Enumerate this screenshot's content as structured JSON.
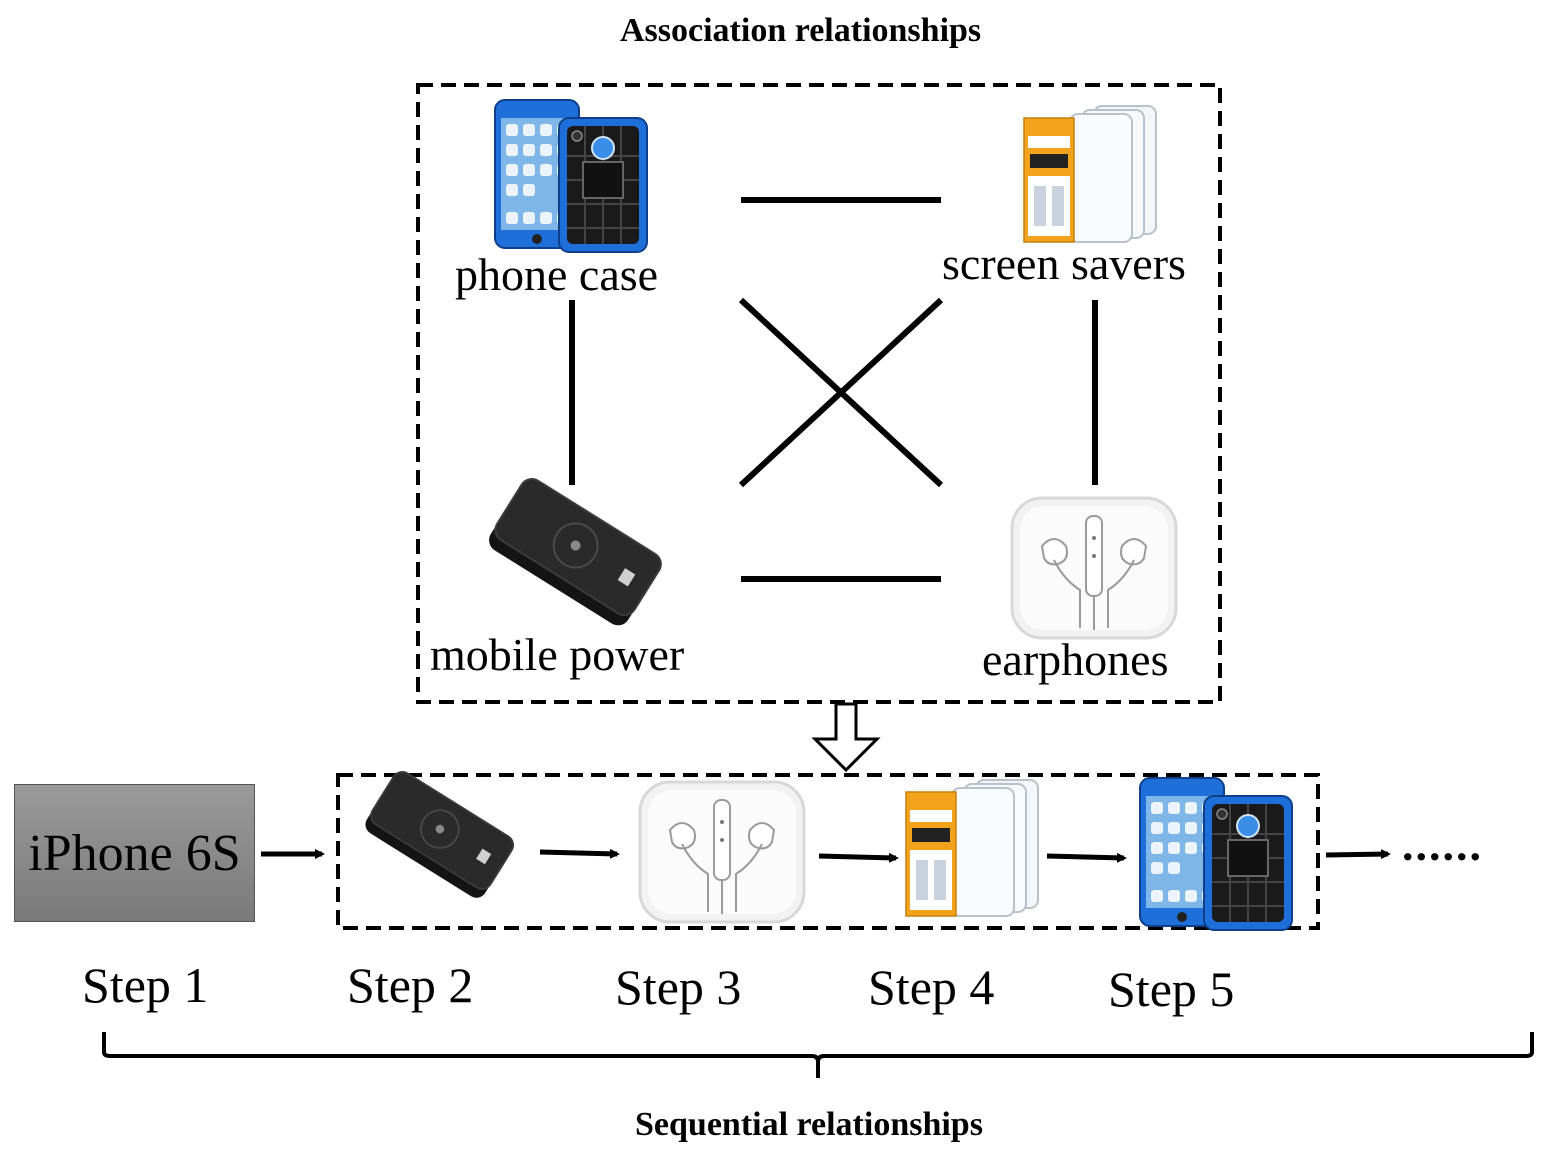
{
  "titles": {
    "association": "Association relationships",
    "sequential": "Sequential relationships"
  },
  "products": {
    "phone_case": "phone case",
    "screen_savers": "screen savers",
    "mobile_power": "mobile power",
    "earphones": "earphones"
  },
  "sequence": {
    "start_item": "iPhone 6S",
    "ellipsis": "......",
    "steps": [
      "Step 1",
      "Step 2",
      "Step 3",
      "Step 4",
      "Step 5"
    ]
  },
  "icons": {
    "phone_case": "phone-case-icon",
    "screen_savers": "screen-protector-icon",
    "mobile_power": "power-bank-icon",
    "earphones": "earphones-icon"
  },
  "colors": {
    "line": "#000000",
    "phone_blue": "#1e6fd9",
    "start_box": "#8a8a8a"
  }
}
